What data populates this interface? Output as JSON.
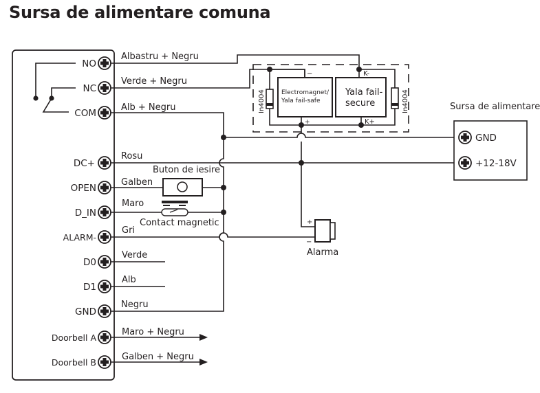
{
  "title": "Sursa de alimentare comuna",
  "controller": {
    "terminals": [
      {
        "label": "NO",
        "wire": "Albastru + Negru"
      },
      {
        "label": "NC",
        "wire": "Verde + Negru"
      },
      {
        "label": "COM",
        "wire": "Alb + Negru"
      },
      {
        "label": "DC+",
        "wire": "Rosu"
      },
      {
        "label": "OPEN",
        "wire": "Galben"
      },
      {
        "label": "D_IN",
        "wire": "Maro"
      },
      {
        "label": "ALARM-",
        "wire": "Gri"
      },
      {
        "label": "D0",
        "wire": "Verde"
      },
      {
        "label": "D1",
        "wire": "Alb"
      },
      {
        "label": "GND",
        "wire": "Negru"
      },
      {
        "label": "Doorbell A",
        "wire": "Maro + Negru"
      },
      {
        "label": "Doorbell B",
        "wire": "Galben + Negru"
      }
    ]
  },
  "components": {
    "exit_button": "Buton de iesire",
    "magnetic_contact": "Contact magnetic",
    "alarm": "Alarma",
    "alarm_plus": "+",
    "alarm_minus": "−",
    "lock_failsafe_line1": "Electromagnet/",
    "lock_failsafe_line2": "Yala fail-safe",
    "lock_failsafe_minus": "−",
    "lock_failsafe_plus": "+",
    "lock_failsecure_line1": "Yala fail-",
    "lock_failsecure_line2": "secure",
    "lock_failsecure_kminus": "K-",
    "lock_failsecure_kplus": "K+",
    "diode_left": "In4004",
    "diode_right": "In4004"
  },
  "power_supply": {
    "title": "Sursa de alimentare",
    "terminals": [
      {
        "label": "GND"
      },
      {
        "label": "+12-18V"
      }
    ]
  }
}
